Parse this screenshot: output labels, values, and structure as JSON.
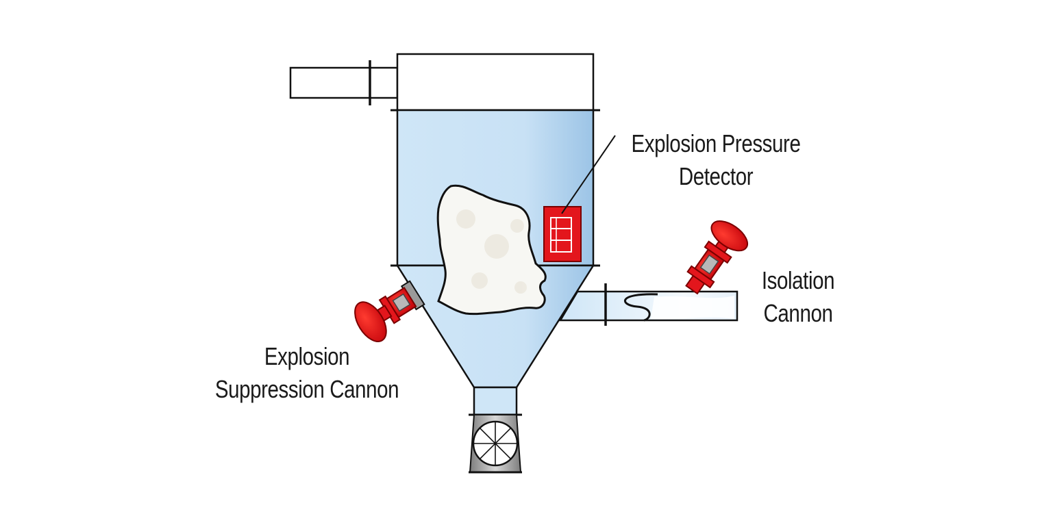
{
  "labels": {
    "detector": {
      "line1": "Explosion Pressure",
      "line2": "Detector"
    },
    "isolation": {
      "line1": "Isolation",
      "line2": "Cannon"
    },
    "suppression": {
      "line1": "Explosion",
      "line2": "Suppression Cannon"
    }
  },
  "colors": {
    "vessel_fill": "#cfe6f7",
    "vessel_shade": "#9fc6e6",
    "outline": "#111111",
    "device_red": "#e3161c",
    "valve_gray": "#9a9a9a",
    "flame_white": "#ffffff"
  }
}
